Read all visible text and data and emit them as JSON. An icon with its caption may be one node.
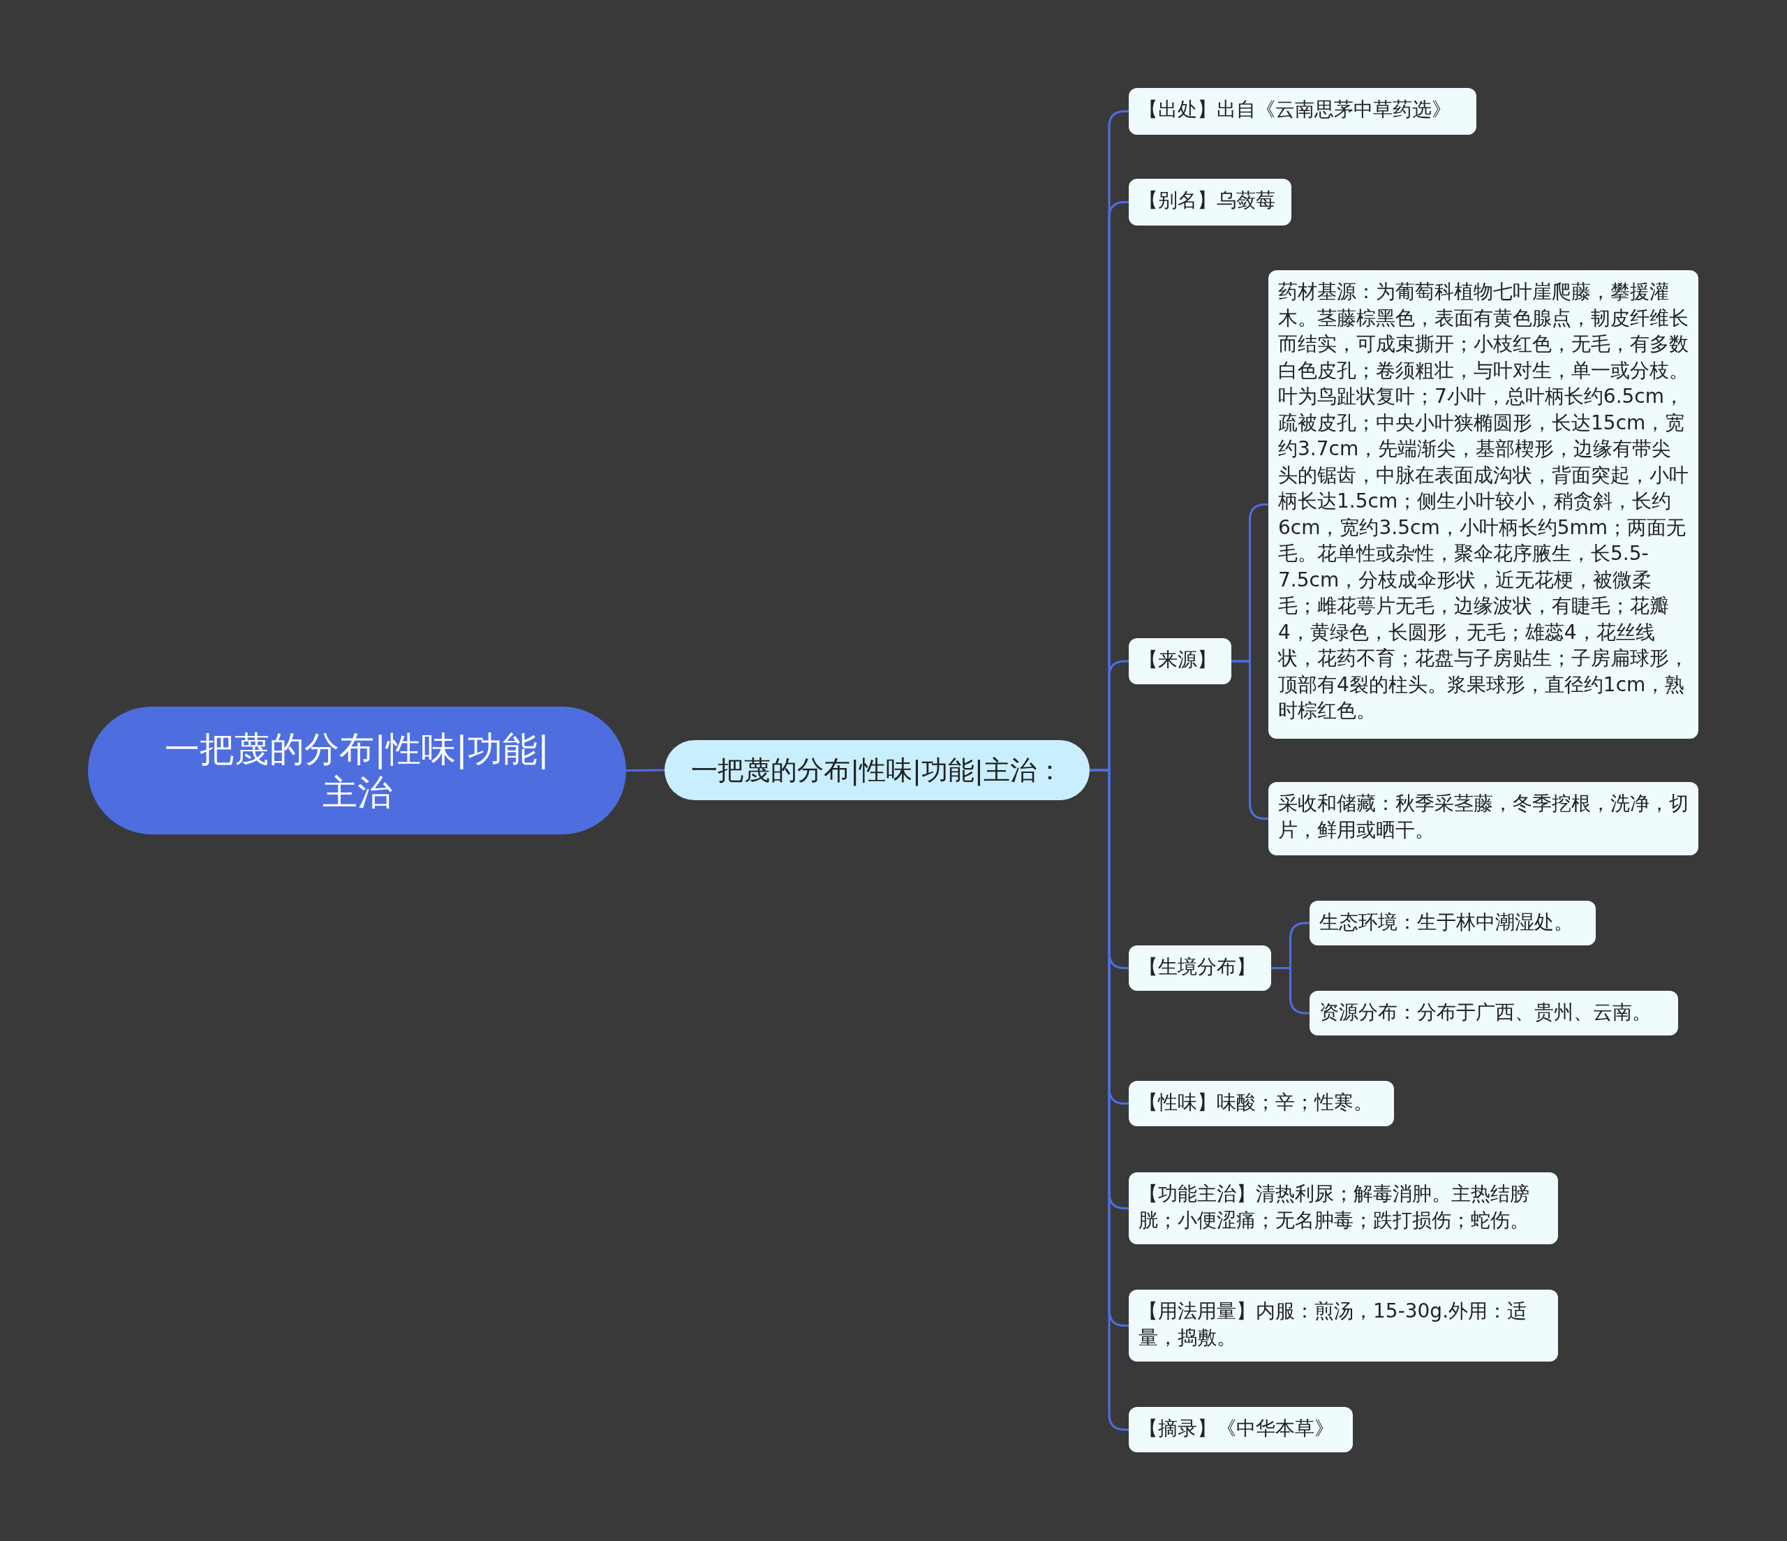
{
  "diagram": {
    "nodes": [
      {
        "text": [
          "一把蔑的分布|性味|功能|主治"
        ]
      },
      {
        "text": [
          "一把蔑的分布|性味|功能|主治："
        ]
      },
      {
        "text": [
          "【出处】出自《云南思茅中草药选》"
        ]
      },
      {
        "text": [
          "【别名】乌蔹莓"
        ]
      },
      {
        "text": [
          "【来源】"
        ]
      },
      {
        "text": [
          "药材基源：为葡萄科植物七叶崖爬藤，攀援灌木。茎藤棕黑色，表面有黄色腺点，韧皮纤维长而结实，可成束撕开；小枝红色，无毛，有多数白色皮孔；卷须粗壮，与叶对生，单一或分枝。叶为鸟趾状复叶；7小叶，总叶柄长约6.5cm，疏被皮孔；中央小叶狭椭圆形，长达15cm，宽约3.7cm，先端渐尖，基部楔形，边缘有带尖头的锯齿，中脉在表面成沟状，背面突起，小叶柄长达1.5cm；侧生小叶较小，稍贪斜，长约6cm，宽约3.5cm，小叶柄长约5mm；两面无毛。花单性或杂性，聚伞花序腋生，长5.5-7.5cm，分枝成伞形状，近无花梗，被微柔毛；雌花萼片无毛，边缘波状，有睫毛；花瓣4，黄绿色，长圆形，无毛；雄蕊4，花丝线状，花药不育；花盘与子房贴生；子房扁球形，顶部有4裂的柱头。浆果球形，直径约1cm，熟时棕红色。"
        ]
      },
      {
        "text": [
          "采收和储藏：秋季采茎藤，冬季挖根，洗净，切片，鲜用或晒干。"
        ]
      },
      {
        "text": [
          "【生境分布】"
        ]
      },
      {
        "text": [
          "生态环境：生于林中潮湿处。"
        ]
      },
      {
        "text": [
          "资源分布：分布于广西、贵州、云南。"
        ]
      },
      {
        "text": [
          "【性味】味酸；辛；性寒。"
        ]
      },
      {
        "text": [
          "【功能主治】清热利尿；解毒消肿。主热结膀胱；小便涩痛；无名肿毒；跌打损伤；蛇伤。"
        ]
      },
      {
        "text": [
          "【用法用量】内服：煎汤，15-30g.外用：适量，捣敷。"
        ]
      },
      {
        "text": [
          "【摘录】《中华本草》"
        ]
      }
    ],
    "edges": [
      {
        "from": 0,
        "to": 1,
        "arrow": "none"
      },
      {
        "from": 1,
        "to": 2,
        "arrow": "none"
      },
      {
        "from": 1,
        "to": 3,
        "arrow": "none"
      },
      {
        "from": 1,
        "to": 4,
        "arrow": "none"
      },
      {
        "from": 4,
        "to": 5,
        "arrow": "none"
      },
      {
        "from": 4,
        "to": 6,
        "arrow": "none"
      },
      {
        "from": 1,
        "to": 7,
        "arrow": "none"
      },
      {
        "from": 7,
        "to": 8,
        "arrow": "none"
      },
      {
        "from": 7,
        "to": 9,
        "arrow": "none"
      },
      {
        "from": 1,
        "to": 10,
        "arrow": "none"
      },
      {
        "from": 1,
        "to": 11,
        "arrow": "none"
      },
      {
        "from": 1,
        "to": 12,
        "arrow": "none"
      },
      {
        "from": 1,
        "to": 13,
        "arrow": "none"
      }
    ]
  }
}
